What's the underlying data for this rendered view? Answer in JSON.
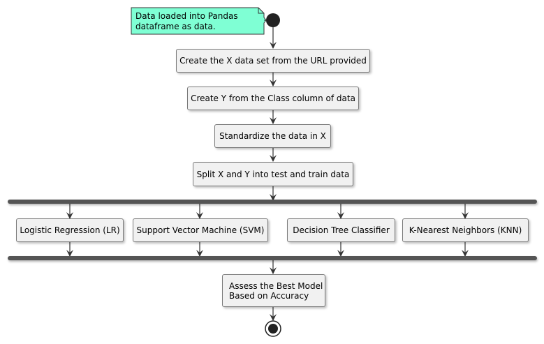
{
  "note": {
    "text": "Data loaded into Pandas\ndataframe as data."
  },
  "steps": [
    {
      "key": "create_x",
      "label": "Create the X data set from the URL provided"
    },
    {
      "key": "create_y",
      "label": "Create Y from the Class column of data"
    },
    {
      "key": "standardize",
      "label": "Standardize the data in X"
    },
    {
      "key": "split",
      "label": "Split X and Y into test and train data"
    }
  ],
  "models": [
    {
      "key": "lr",
      "label": "Logistic Regression (LR)"
    },
    {
      "key": "svm",
      "label": "Support Vector Machine (SVM)"
    },
    {
      "key": "tree",
      "label": "Decision Tree Classifier"
    },
    {
      "key": "knn",
      "label": "K-Nearest Neighbors (KNN)"
    }
  ],
  "assess": {
    "label": "Assess the Best Model\nBased on Accuracy"
  },
  "colors": {
    "note_fill": "#7fffd4",
    "node_fill": "#f1f1f1",
    "bar": "#555555",
    "start": "#222222"
  }
}
